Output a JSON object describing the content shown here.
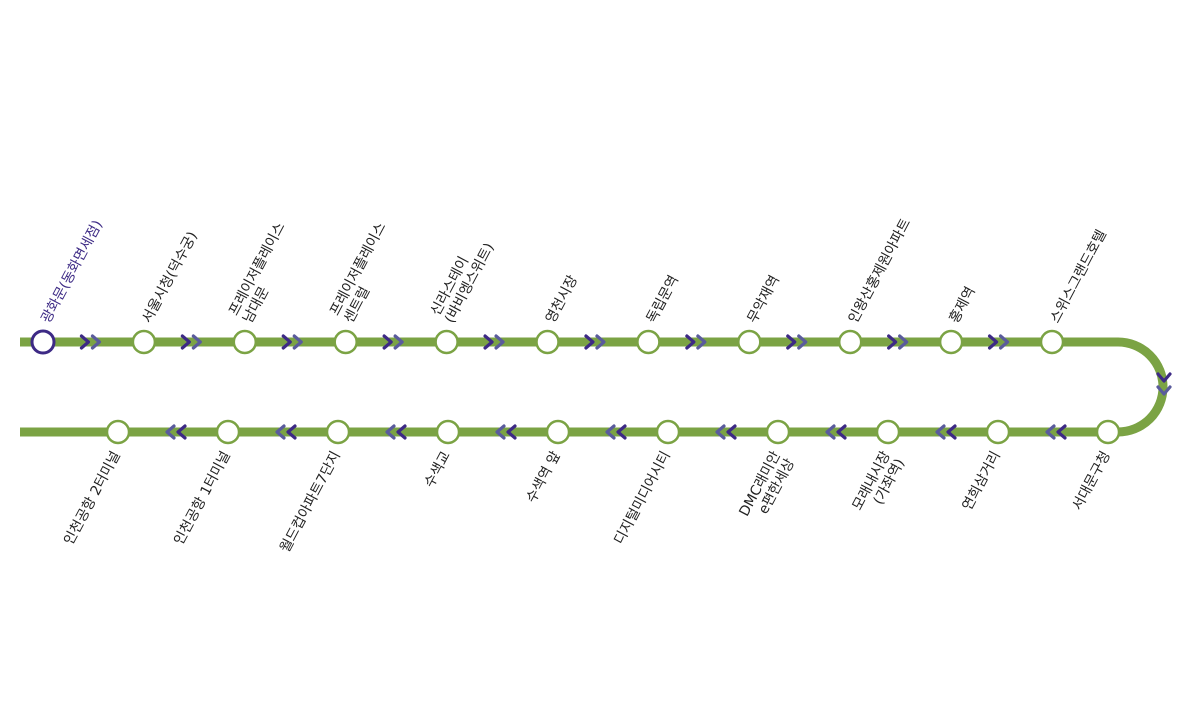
{
  "route": {
    "outbound": [
      {
        "lines": [
          "광화문(동화면세점)"
        ],
        "current": true
      },
      {
        "lines": [
          "서울시청(덕수궁)"
        ]
      },
      {
        "lines": [
          "프레이저플레이스",
          "남대문"
        ]
      },
      {
        "lines": [
          "프레이저플레이스",
          "센트럴"
        ]
      },
      {
        "lines": [
          "신라스테이",
          "(바비엥스위트)"
        ]
      },
      {
        "lines": [
          "영천시장"
        ]
      },
      {
        "lines": [
          "독립문역"
        ]
      },
      {
        "lines": [
          "무악재역"
        ]
      },
      {
        "lines": [
          "인왕산홍제원아파트"
        ]
      },
      {
        "lines": [
          "홍제역"
        ]
      },
      {
        "lines": [
          "스위스그랜드호텔"
        ]
      }
    ],
    "inbound": [
      {
        "lines": [
          "서대문구청"
        ]
      },
      {
        "lines": [
          "연희삼거리"
        ]
      },
      {
        "lines": [
          "모래내시장",
          "(가좌역)"
        ]
      },
      {
        "lines": [
          "DMC래미안",
          "e편한세상"
        ]
      },
      {
        "lines": [
          "디지털미디어시티"
        ]
      },
      {
        "lines": [
          "수색역 앞"
        ]
      },
      {
        "lines": [
          "수색교"
        ]
      },
      {
        "lines": [
          "월드컵아파트7단지"
        ]
      },
      {
        "lines": [
          "인천공항 1터미널"
        ]
      },
      {
        "lines": [
          "인천공항 2터미널"
        ]
      }
    ]
  },
  "colors": {
    "line": "#7ba344",
    "arrow": "#3d2a85",
    "arrow_light": "#5a5b9c",
    "stop_fill": "#ffffff",
    "current_stop": "#3d2a85",
    "label": "#222222"
  },
  "icons": {
    "direction": "chevron-double-arrow-icon",
    "stop": "stop-circle-icon"
  }
}
